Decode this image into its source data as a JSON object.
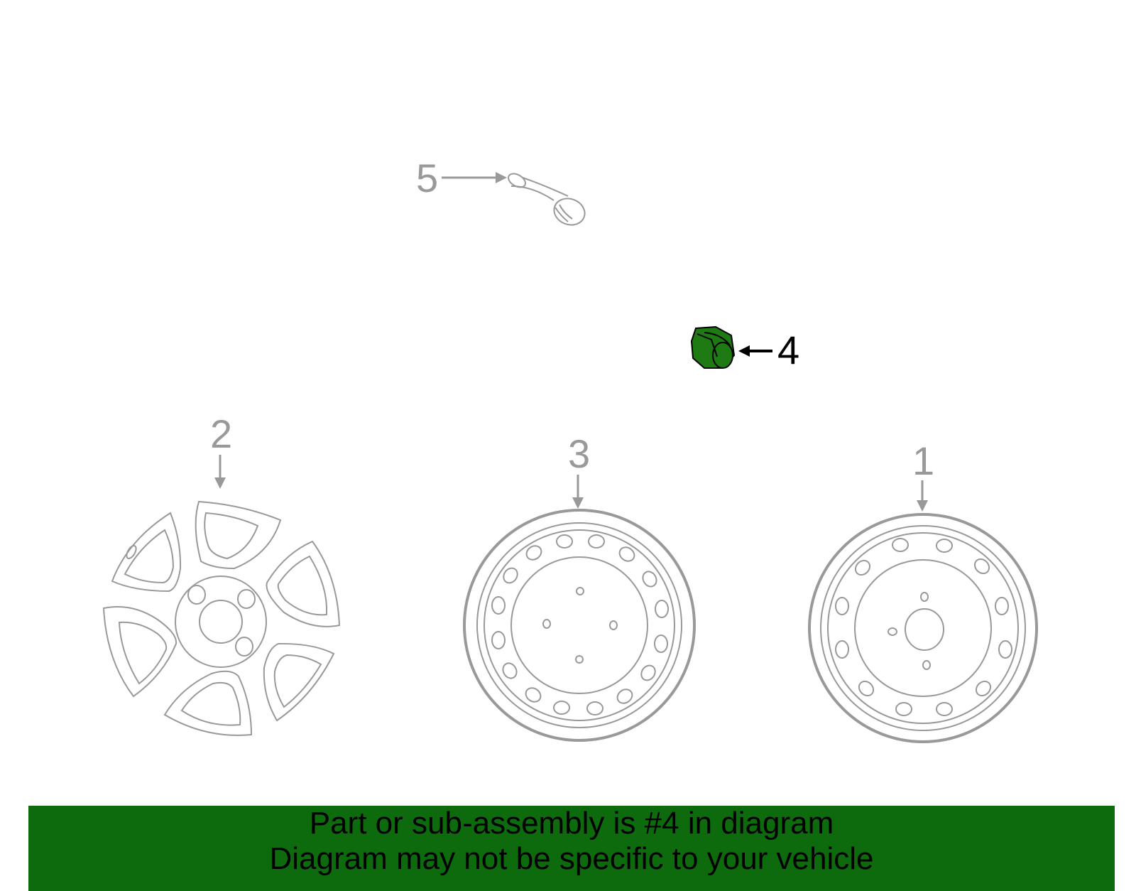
{
  "callouts": {
    "c1": "1",
    "c2": "2",
    "c3": "3",
    "c4": "4",
    "c5": "5"
  },
  "highlight": {
    "part": "4",
    "color": "#1e7a12"
  },
  "banner": {
    "line1": "Part or sub-assembly is #4 in diagram",
    "line2": "Diagram may not be specific to your vehicle",
    "background": "#0d6b0d"
  },
  "colors": {
    "line": "#999999",
    "label_active": "#000000"
  }
}
